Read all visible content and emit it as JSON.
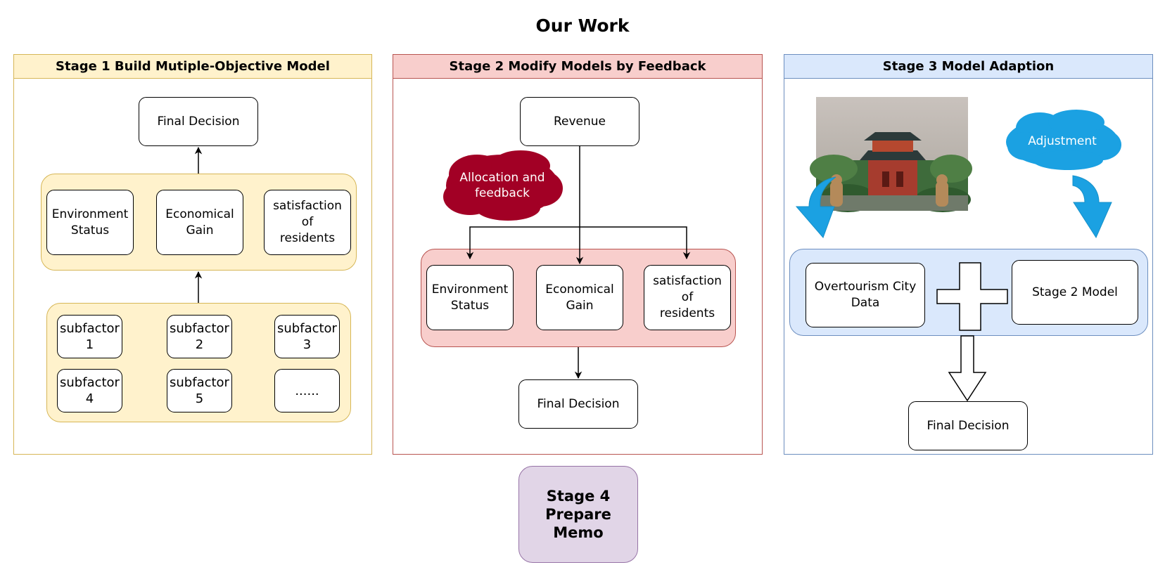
{
  "title": "Our Work",
  "stage1": {
    "header": "Stage 1 Build Mutiple-Objective Model",
    "final_decision": "Final Decision",
    "objectives": [
      "Environment\nStatus",
      "Economical\nGain",
      "satisfaction of\nresidents"
    ],
    "subfactors": [
      "subfactor\n1",
      "subfactor\n2",
      "subfactor\n3",
      "subfactor\n4",
      "subfactor\n5",
      "......"
    ]
  },
  "stage2": {
    "header": "Stage 2 Modify Models by Feedback",
    "revenue": "Revenue",
    "cloud": "Allocation and\nfeedback",
    "objectives": [
      "Environment\nStatus",
      "Economical\nGain",
      "satisfaction of\nresidents"
    ],
    "final_decision": "Final Decision"
  },
  "stage3": {
    "header": "Stage 3 Model Adaption",
    "cloud": "Adjustment",
    "city_data": "Overtourism City\nData",
    "stage2_model": "Stage 2 Model",
    "final_decision": "Final Decision"
  },
  "stage4": {
    "label": "Stage 4\nPrepare Memo"
  },
  "colors": {
    "yellow_fill": "#fff2cc",
    "yellow_stroke": "#d6b656",
    "red_fill": "#f8cecc",
    "red_stroke": "#b85450",
    "blue_fill": "#dae8fc",
    "blue_stroke": "#6c8ebf",
    "purple_fill": "#e1d5e7",
    "purple_stroke": "#9673a6",
    "cloud_red": "#a20025",
    "cloud_blue": "#1ba1e2"
  }
}
